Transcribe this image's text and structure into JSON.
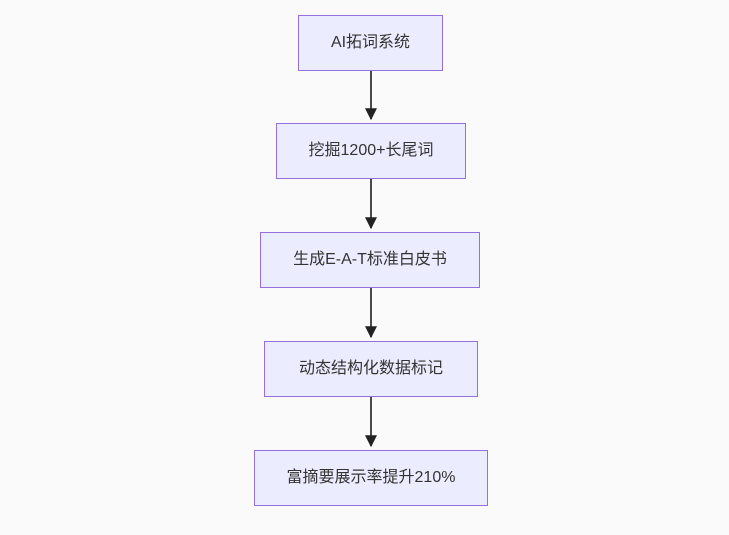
{
  "diagram": {
    "type": "flowchart",
    "direction": "top-down",
    "nodes": [
      {
        "id": "A",
        "label": "AI拓词系统"
      },
      {
        "id": "B",
        "label": "挖掘1200+长尾词"
      },
      {
        "id": "C",
        "label": "生成E-A-T标准白皮书"
      },
      {
        "id": "D",
        "label": "动态结构化数据标记"
      },
      {
        "id": "E",
        "label": "富摘要展示率提升210%"
      }
    ],
    "edges": [
      {
        "from": "AI拓词系统",
        "to": "挖掘1200+长尾词"
      },
      {
        "from": "挖掘1200+长尾词",
        "to": "生成E-A-T标准白皮书"
      },
      {
        "from": "生成E-A-T标准白皮书",
        "to": "动态结构化数据标记"
      },
      {
        "from": "动态结构化数据标记",
        "to": "富摘要展示率提升210%"
      }
    ],
    "colors": {
      "background": "#fafafa",
      "node_fill": "#ECECFF",
      "node_border": "#9370DB",
      "node_text": "#333333",
      "arrow_line": "#4a4a4a",
      "arrow_head": "#222222"
    }
  }
}
